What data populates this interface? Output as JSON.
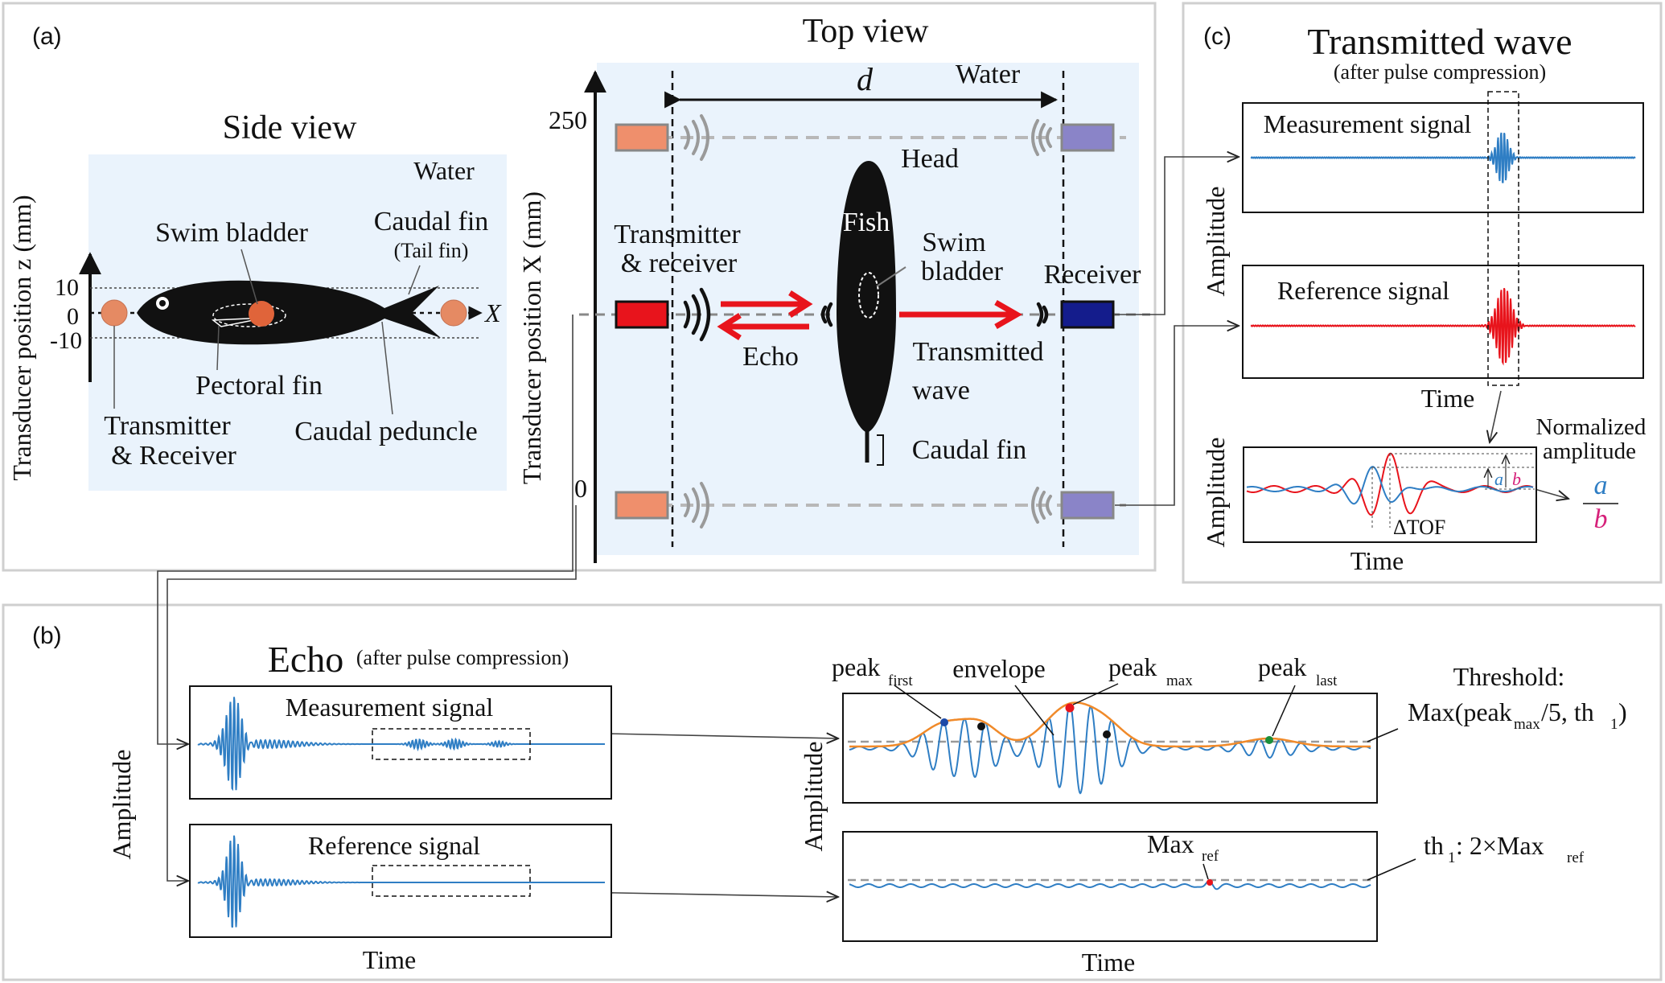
{
  "panel_labels": {
    "a": "(a)",
    "b": "(b)",
    "c": "(c)"
  },
  "side_view": {
    "title": "Side view",
    "water": "Water",
    "swim_bladder": "Swim bladder",
    "caudal_fin": "Caudal fin",
    "tail_fin": "(Tail fin)",
    "pectoral_fin": "Pectoral fin",
    "transmitter": "Transmitter",
    "and_receiver": "& Receiver",
    "caudal_peduncle": "Caudal peduncle",
    "axis_label": "Transducer position z (mm)",
    "tick_10": "10",
    "tick_0": "0",
    "tick_m10": "-10",
    "x_label": "X"
  },
  "top_view": {
    "title": "Top view",
    "d": "d",
    "water": "Water",
    "head": "Head",
    "fish": "Fish",
    "swim": "Swim",
    "bladder": "bladder",
    "transmitter": "Transmitter",
    "and_receiver": "& receiver",
    "receiver": "Receiver",
    "echo": "Echo",
    "transmitted": "Transmitted",
    "wave": "wave",
    "caudal_fin": "Caudal fin",
    "axis_label": "Transducer position X (mm)",
    "tick_250": "250",
    "tick_0": "0"
  },
  "transmitted_panel": {
    "title": "Transmitted wave",
    "subtitle": "(after pulse compression)",
    "measurement": "Measurement signal",
    "reference": "Reference signal",
    "amplitude": "Amplitude",
    "time": "Time",
    "normalized": "Normalized",
    "amplitude2": "amplitude",
    "a": "a",
    "b": "b",
    "dtof": "ΔTOF"
  },
  "echo_panel": {
    "title": "Echo",
    "subtitle": "(after pulse compression)",
    "measurement": "Measurement signal",
    "reference": "Reference signal",
    "amplitude": "Amplitude",
    "time": "Time",
    "peak": "peak",
    "first": "first",
    "max": "max",
    "last": "last",
    "envelope": "envelope",
    "threshold": "Threshold:",
    "thr_a": "Max(peak",
    "thr_b": "/5, th",
    "thr_c": ")",
    "thr_sub1": "max",
    "thr_sub2": "1",
    "maxref": "Max",
    "ref": "ref",
    "th": "th",
    "th_sub": "1",
    "th_rest": ": 2×Max"
  },
  "colors": {
    "water_bg": "#eaf3fc",
    "fish": "#111111",
    "orange_disc": "#e58a63",
    "red_tx": "#e8141c",
    "navy_rx": "#141c8c",
    "salmon_block": "#ef8f6c",
    "lavender_block": "#8a84c8",
    "signal_blue": "#2f7ec4",
    "signal_red": "#e8141c",
    "envelope": "#f08a2a",
    "a_label": "#2f7ec4",
    "b_label": "#d6217a"
  }
}
